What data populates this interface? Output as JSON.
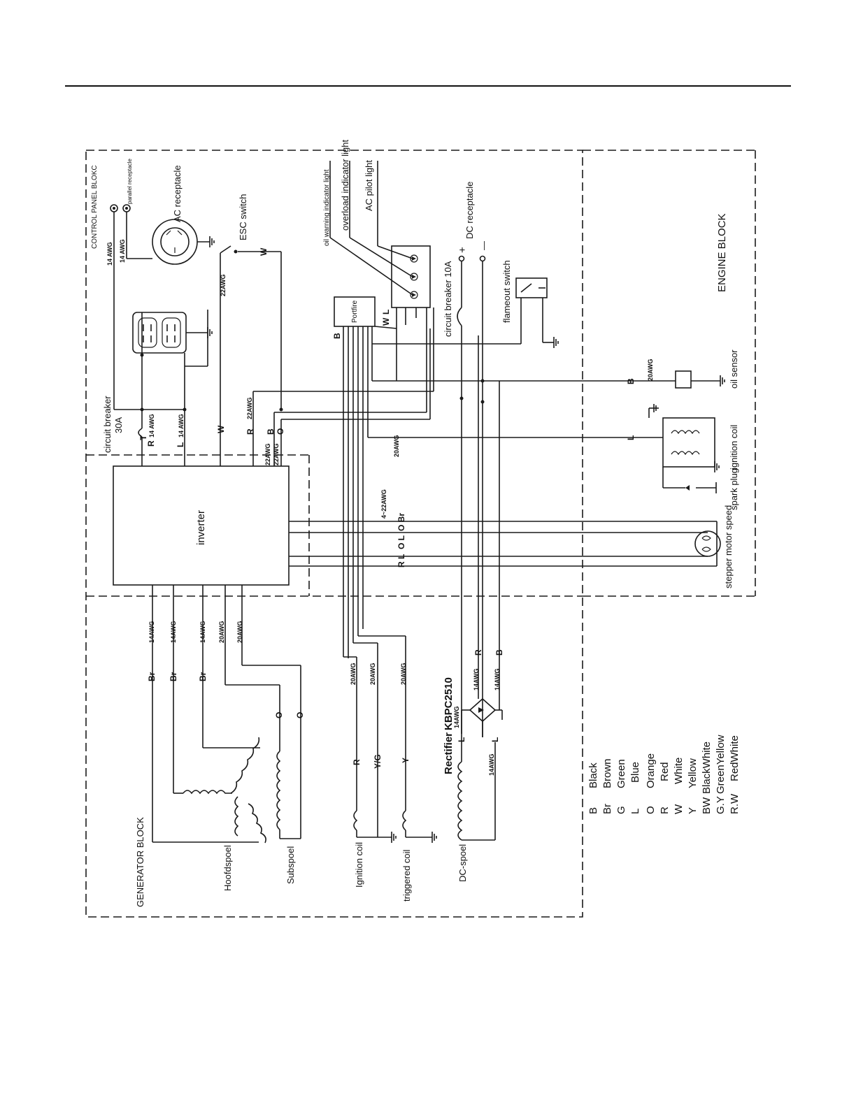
{
  "blocks": {
    "control_panel": "CONTROL PANEL BLOKC",
    "engine": "ENGINE BLOCK",
    "generator": "GENERATOR BLOCK"
  },
  "components": {
    "parallel_receptacle": "parallel receptacle",
    "ac_receptacle": "AC receptacle",
    "esc_switch": "ESC switch",
    "circuit_breaker_30a": "circuit breaker",
    "circuit_breaker_30a_rating": "30A",
    "inverter": "inverter",
    "oil_warning_light": "oil warning indicator light",
    "overload_light": "overload indicator light",
    "ac_pilot_light": "AC pilot light",
    "dc_receptacle": "DC receptacle",
    "circuit_breaker_10a": "circuit breaker 10A",
    "flameout_switch": "flameout switch",
    "portfire": "Portfire",
    "oil_sensor": "oil sensor",
    "ignition_coil_engine": "ignition coil",
    "spark_plug": "spark plug",
    "stepper_motor": "stepper motor speed",
    "hoofdspoel": "Hoofdspoel",
    "subspoel": "Subspoel",
    "ignition_coil_gen": "Ignition coil",
    "triggered_coil": "triggered coil",
    "dc_spoel": "DC-spoel",
    "rectifier": "Rectifier",
    "rectifier_model": "KBPC2510"
  },
  "wire_labels": {
    "awg14": "14 AWG",
    "awg14b": "14AWG",
    "awg20": "20AWG",
    "awg22": "22AWG",
    "awg4_22": "4~22AWG",
    "r": "R",
    "l": "L",
    "w": "W",
    "b": "B",
    "o": "O",
    "br": "Br",
    "y": "Y",
    "yg": "Y/G",
    "plus": "+",
    "minus": "—",
    "t": "T",
    "obr": "O Br",
    "ol": "O L",
    "rl": "R L"
  },
  "legend": [
    {
      "code": "B",
      "name": "Black"
    },
    {
      "code": "Br",
      "name": "Brown"
    },
    {
      "code": "G",
      "name": "Green"
    },
    {
      "code": "L",
      "name": "Blue"
    },
    {
      "code": "O",
      "name": "Orange"
    },
    {
      "code": "R",
      "name": "Red"
    },
    {
      "code": "W",
      "name": "White"
    },
    {
      "code": "Y",
      "name": "Yellow"
    },
    {
      "code": "BW",
      "name": "BlackWhite"
    },
    {
      "code": "G.Y",
      "name": "GreenYellow"
    },
    {
      "code": "R.W",
      "name": "RedWhite"
    }
  ]
}
